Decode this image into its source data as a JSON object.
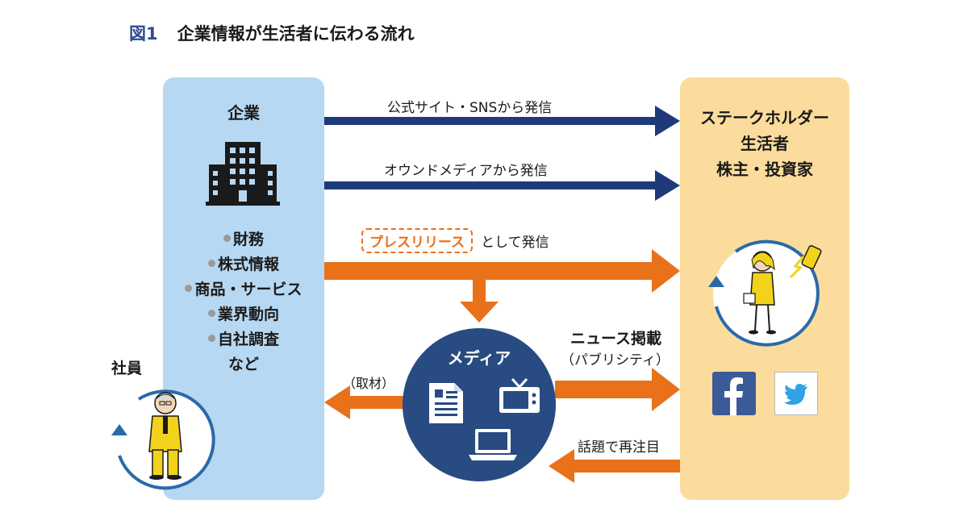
{
  "title": {
    "figure_number": "図1",
    "text": "企業情報が生活者に伝わる流れ"
  },
  "company": {
    "label": "企業",
    "items": [
      "財務",
      "株式情報",
      "商品・サービス",
      "業界動向",
      "自社調査"
    ],
    "etc": "など",
    "employee_label": "社員",
    "icon": "office-building-icon"
  },
  "stakeholders": {
    "lines": [
      "ステークホルダー",
      "生活者",
      "株主・投資家"
    ]
  },
  "flows": {
    "official": "公式サイト・SNSから発信",
    "owned": "オウンドメディアから発信",
    "press_tag": "プレスリリース",
    "press_suffix": "として発信",
    "coverage": "（取材）",
    "news_title": "ニュース掲載",
    "news_sub": "（パブリシティ）",
    "rediscovered": "話題で再注目"
  },
  "media": {
    "label": "メディア",
    "icons": [
      "document-icon",
      "tv-icon",
      "laptop-icon"
    ]
  },
  "social": {
    "facebook_icon": "facebook-icon",
    "twitter_icon": "twitter-icon"
  },
  "colors": {
    "navy": "#1f3a7a",
    "orange": "#e8711a",
    "left_panel": "#b7d8f2",
    "right_panel": "#fbdc9c",
    "media_circle": "#284b82"
  }
}
